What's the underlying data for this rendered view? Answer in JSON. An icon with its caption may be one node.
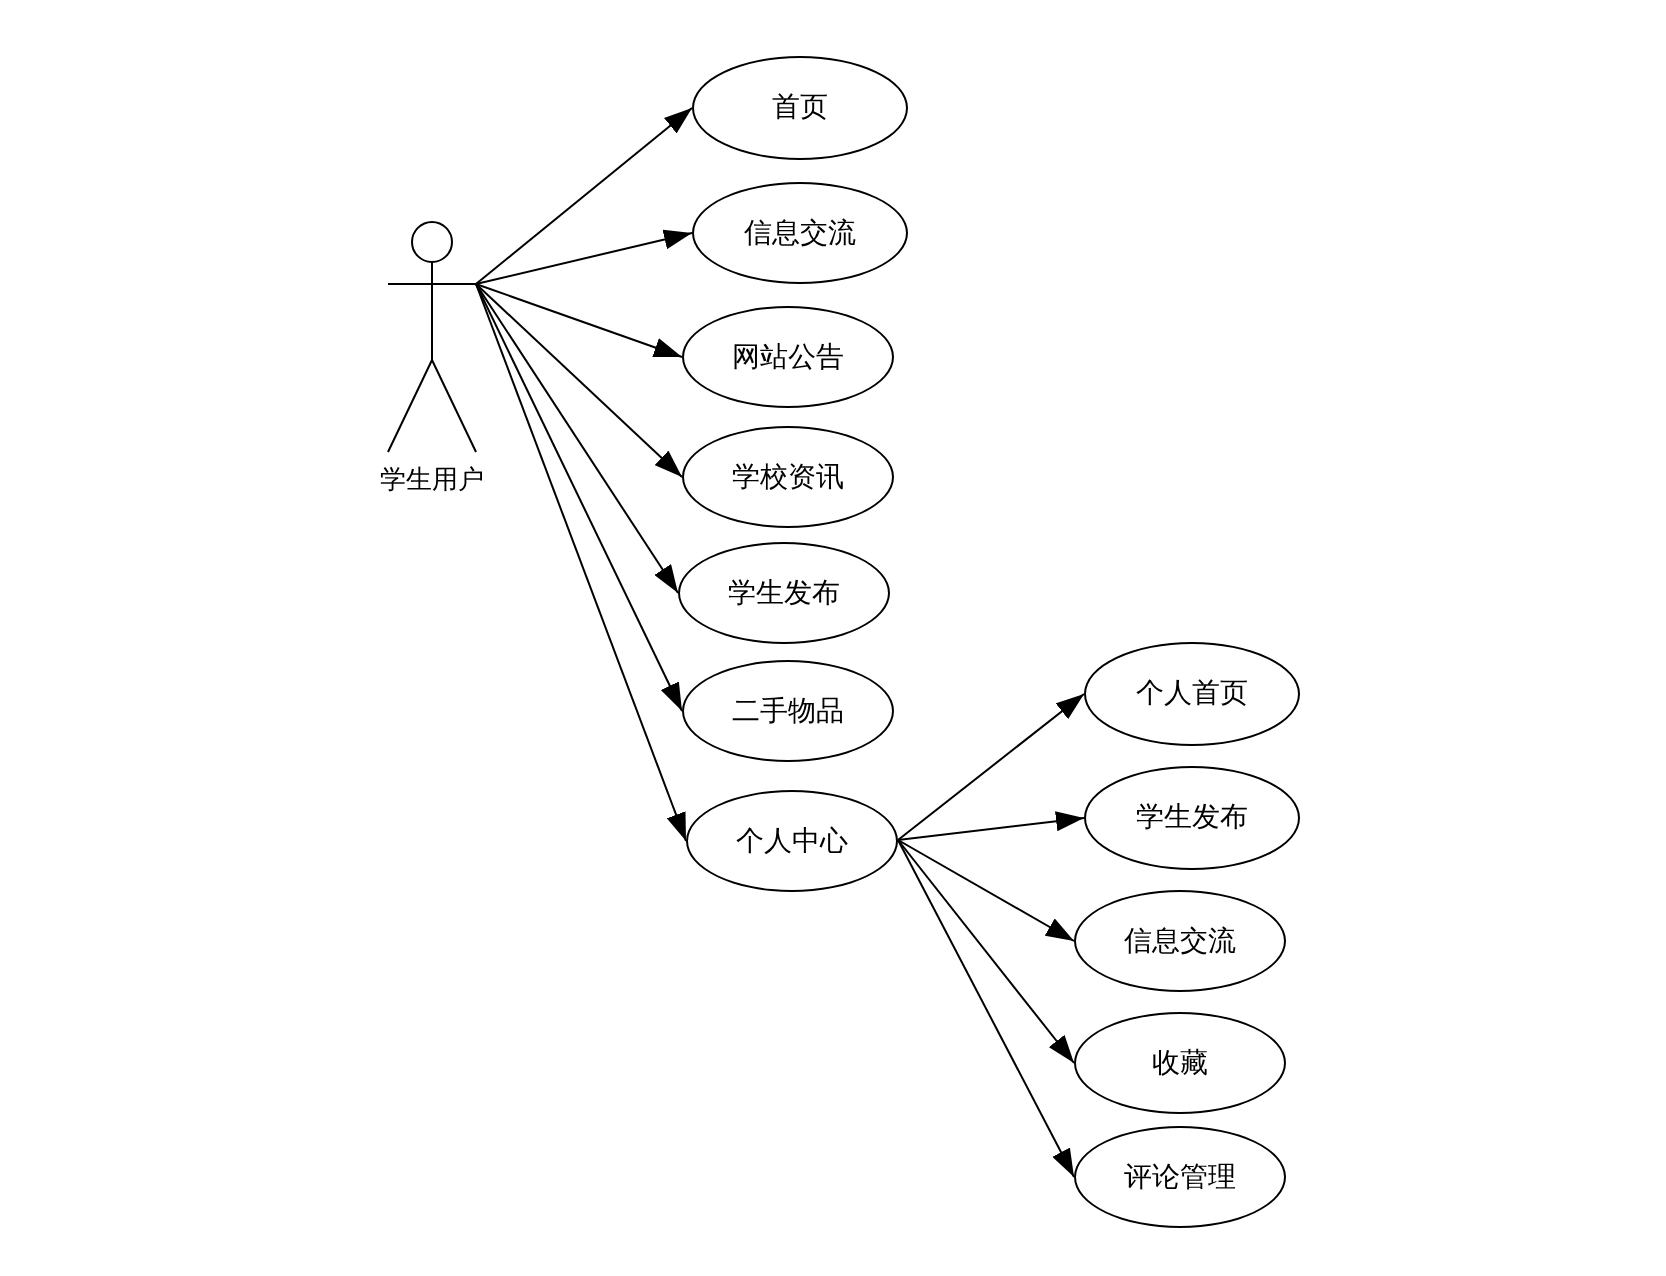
{
  "diagram": {
    "nodes": [
      {
        "text": [
          "学生用户"
        ]
      },
      {
        "text": [
          "首页"
        ]
      },
      {
        "text": [
          "信息交流"
        ]
      },
      {
        "text": [
          "网站公告"
        ]
      },
      {
        "text": [
          "学校资讯"
        ]
      },
      {
        "text": [
          "学生发布"
        ]
      },
      {
        "text": [
          "二手物品"
        ]
      },
      {
        "text": [
          "个人中心"
        ]
      },
      {
        "text": [
          "个人首页"
        ]
      },
      {
        "text": [
          "学生发布"
        ]
      },
      {
        "text": [
          "信息交流"
        ]
      },
      {
        "text": [
          "收藏"
        ]
      },
      {
        "text": [
          "评论管理"
        ]
      }
    ],
    "edges": [
      {
        "from": 0,
        "to": 1,
        "arrow": "to"
      },
      {
        "from": 0,
        "to": 2,
        "arrow": "to"
      },
      {
        "from": 0,
        "to": 3,
        "arrow": "to"
      },
      {
        "from": 0,
        "to": 4,
        "arrow": "to"
      },
      {
        "from": 0,
        "to": 5,
        "arrow": "to"
      },
      {
        "from": 0,
        "to": 6,
        "arrow": "to"
      },
      {
        "from": 0,
        "to": 7,
        "arrow": "to"
      },
      {
        "from": 7,
        "to": 8,
        "arrow": "to"
      },
      {
        "from": 7,
        "to": 9,
        "arrow": "to"
      },
      {
        "from": 7,
        "to": 10,
        "arrow": "to"
      },
      {
        "from": 7,
        "to": 11,
        "arrow": "to"
      },
      {
        "from": 7,
        "to": 12,
        "arrow": "to"
      }
    ]
  }
}
